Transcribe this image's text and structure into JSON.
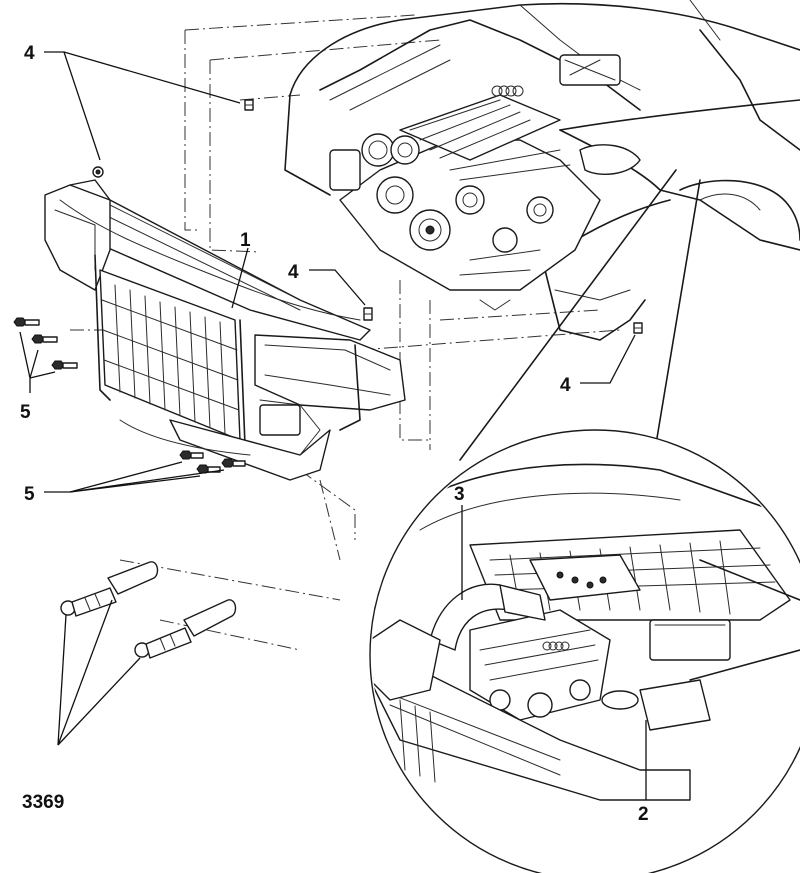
{
  "callouts": {
    "c4_top_left": "4",
    "c4_middle": "4",
    "c4_right": "4",
    "c1": "1",
    "c5_left": "5",
    "c5_lower": "5",
    "c3": "3",
    "c2": "2",
    "c3369": "3369"
  },
  "icons": {
    "audi_rings": "audi-rings-logo",
    "bolt": "bolt-icon",
    "guide_pin": "guide-pin-tool"
  },
  "colors": {
    "line": "#1a1a1a",
    "background": "#ffffff"
  }
}
